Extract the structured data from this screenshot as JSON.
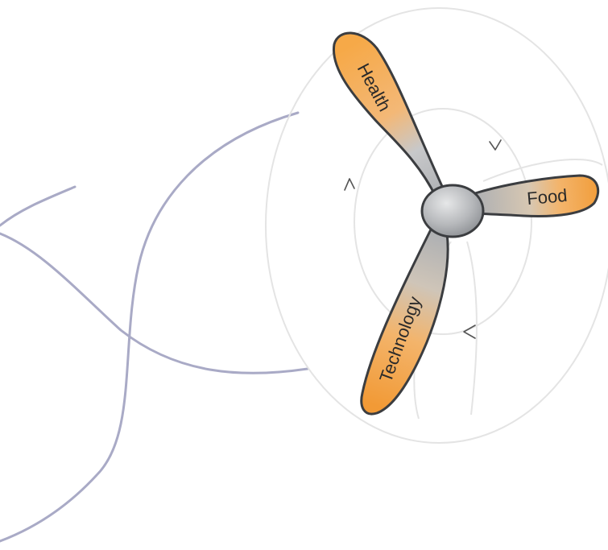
{
  "diagram": {
    "blades": [
      {
        "id": "health",
        "label": "Health"
      },
      {
        "id": "food",
        "label": "Food"
      },
      {
        "id": "technology",
        "label": "Technology"
      }
    ],
    "colors": {
      "blade_gray": "#b9bbbe",
      "blade_orange": "#f0a24a",
      "blade_outline": "#3b3d40",
      "hub": "#b6b8bb",
      "wind_lines": "#a9aac6",
      "rotation_disc": "#e4e4e4",
      "arrows": "#555555"
    },
    "icons": [
      "propeller-icon",
      "rotation-arrow-icon"
    ]
  }
}
